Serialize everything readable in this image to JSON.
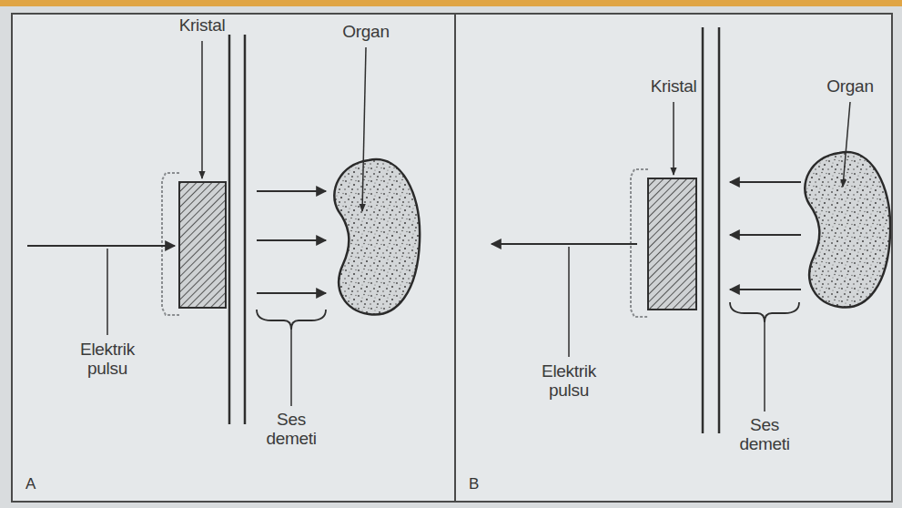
{
  "diagram": {
    "nodes": [
      {
        "text": [
          "A"
        ]
      },
      {
        "text": [
          "B"
        ]
      }
    ],
    "labels": [
      "Kristal",
      "Organ",
      "Elektrik pulsu",
      "Ses demeti",
      "Kristal",
      "Organ",
      "Elektrik pulsu",
      "Ses demeti"
    ]
  }
}
